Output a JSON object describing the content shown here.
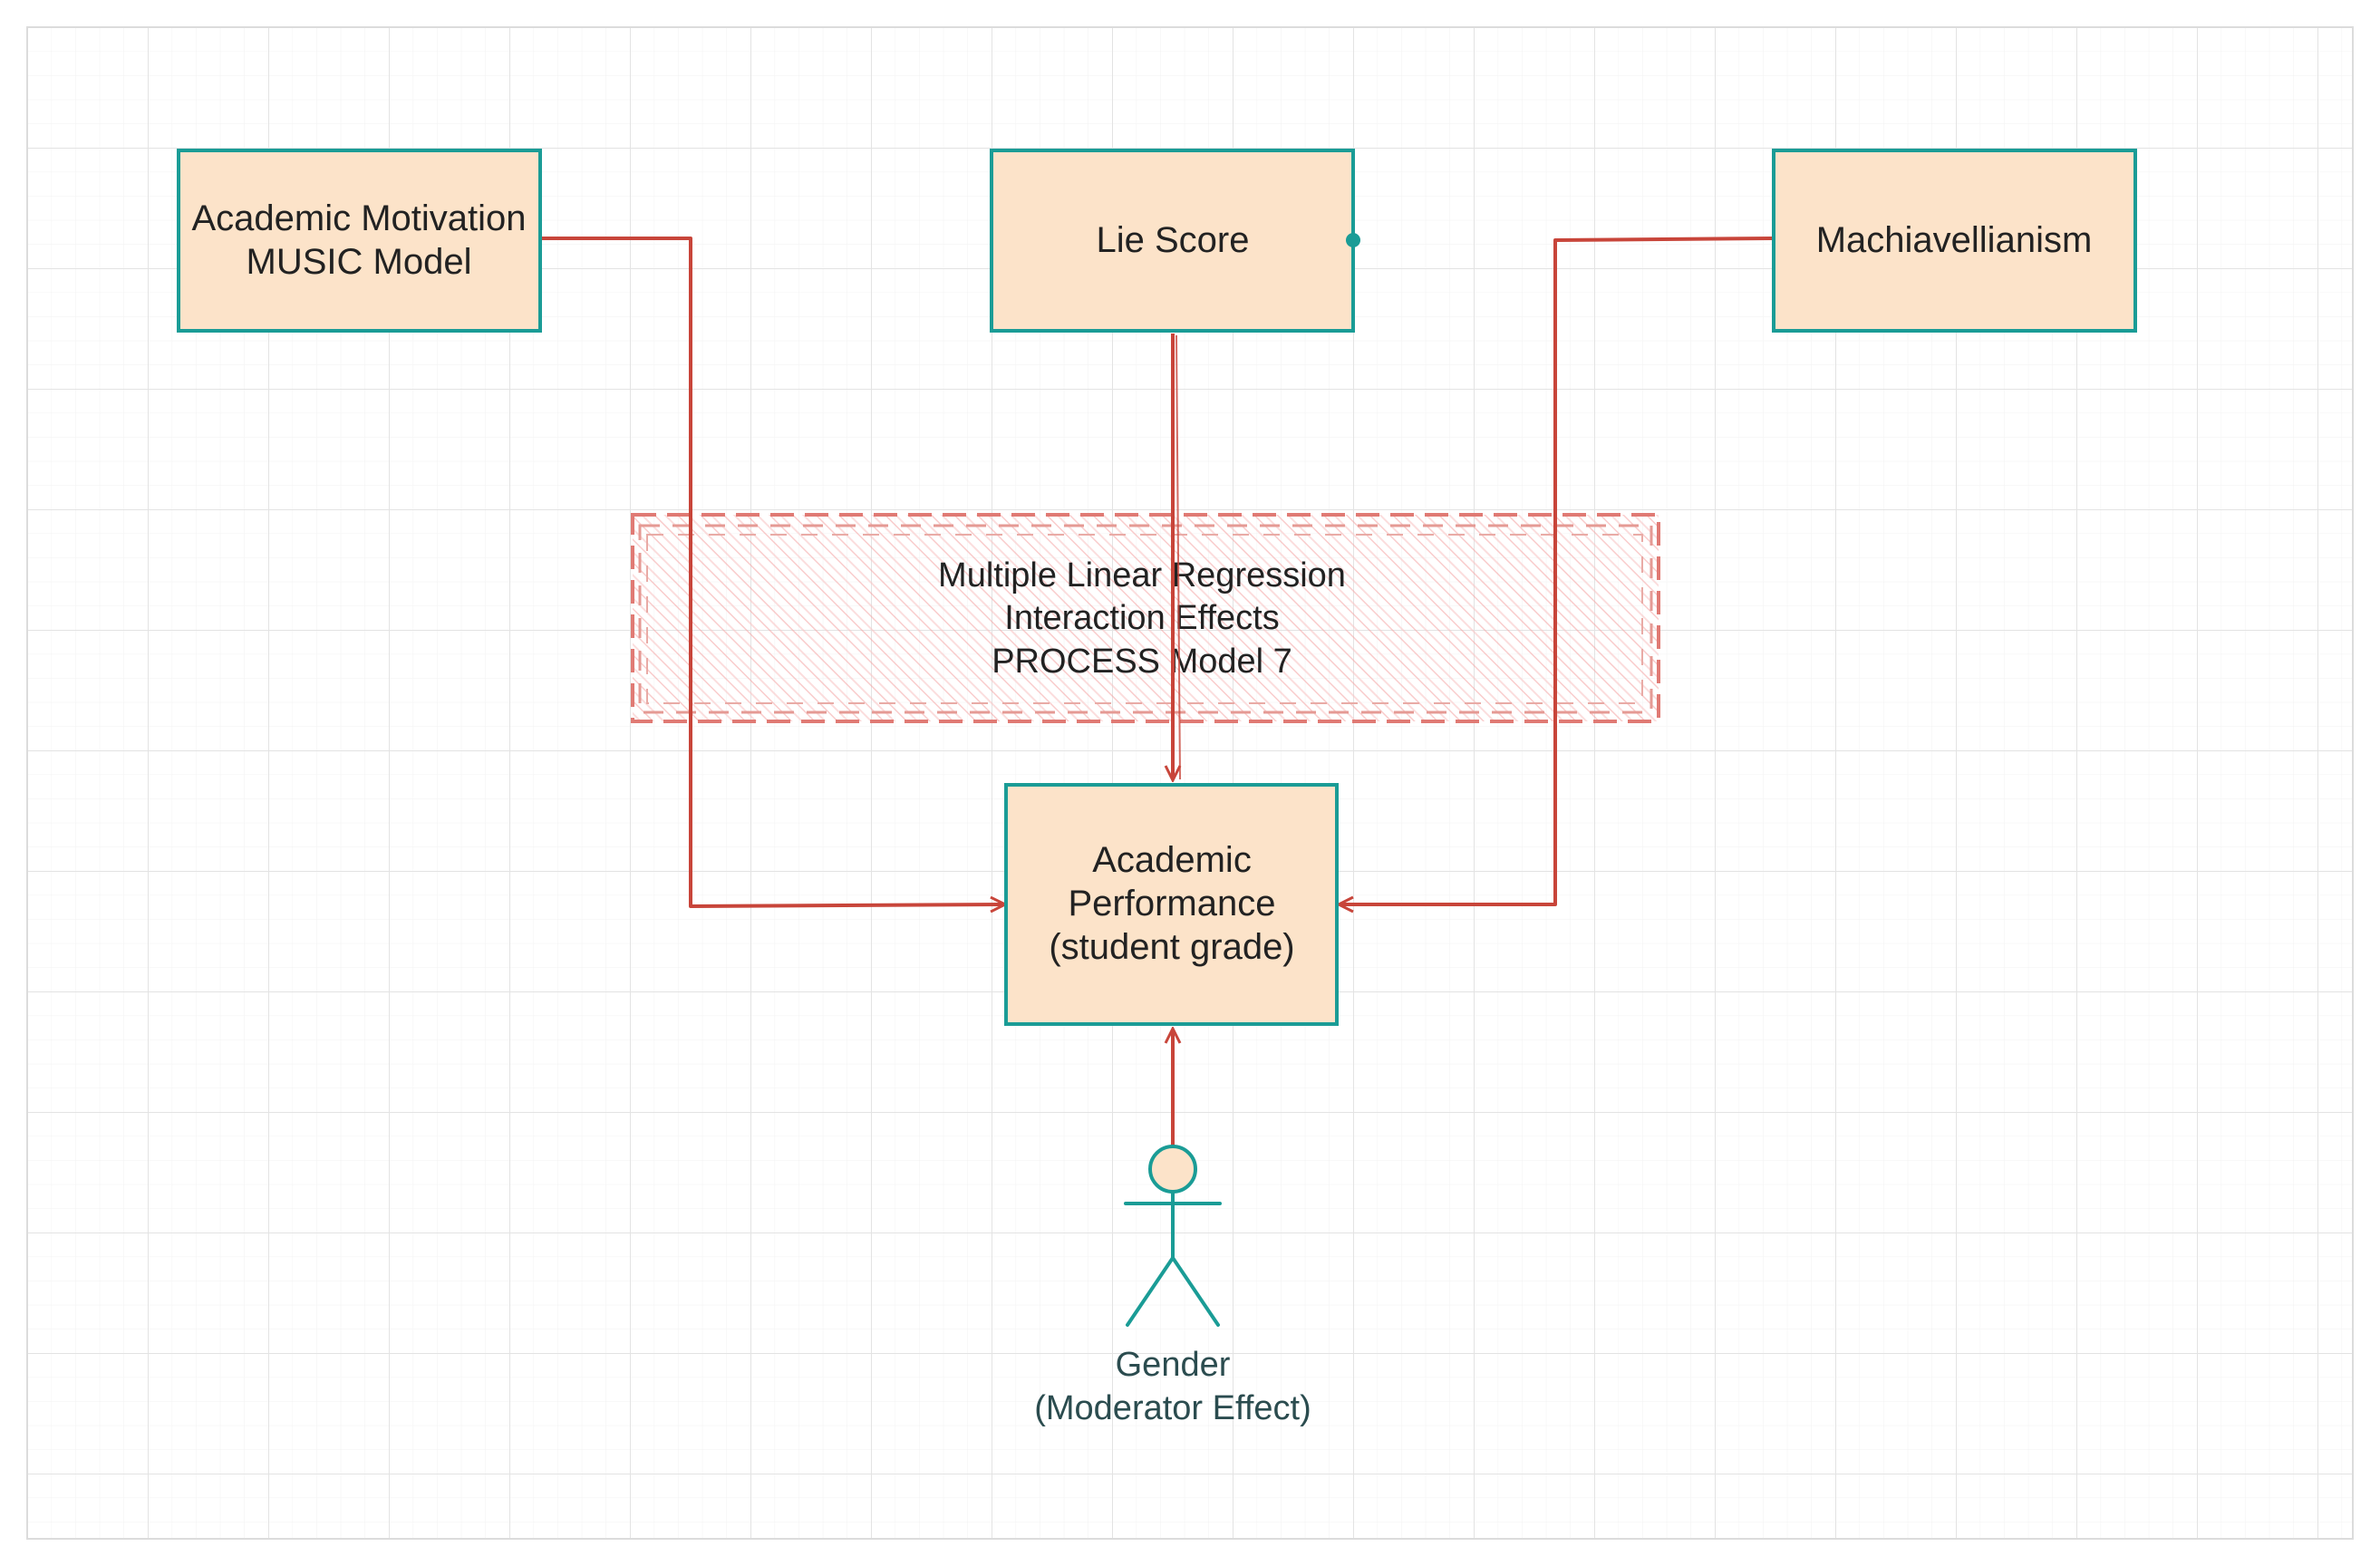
{
  "diagram": {
    "nodes": {
      "motivation": {
        "line1": "Academic Motivation",
        "line2": "MUSIC Model"
      },
      "lie_score": {
        "label": "Lie Score"
      },
      "machiavellianism": {
        "label": "Machiavellianism"
      },
      "performance": {
        "line1": "Academic",
        "line2": "Performance",
        "line3": "(student grade)"
      }
    },
    "analysis": {
      "line1": "Multiple Linear Regression",
      "line2": "Interaction Effects",
      "line3": "PROCESS Model 7"
    },
    "moderator": {
      "line1": "Gender",
      "line2": "(Moderator Effect)"
    }
  },
  "colors": {
    "box_fill": "#fce3c9",
    "box_stroke": "#1a9c96",
    "arrow": "#c8453a",
    "hatch": "#f29a9a",
    "grid": "#e6e6e6",
    "grid_border": "#cfcfcf"
  }
}
